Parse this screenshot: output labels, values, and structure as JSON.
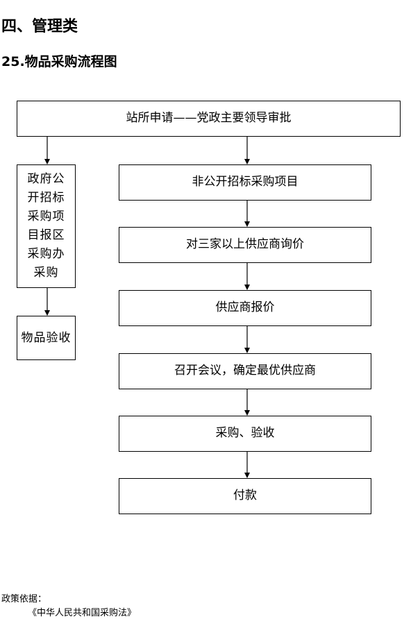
{
  "section_heading": "四、管理类",
  "chart_title": "25.物品采购流程图",
  "flow": {
    "top_step": "站所申请——党政主要领导审批",
    "left_branch": [
      "政府公开招标采购项目报区采购办采购",
      "物品验收"
    ],
    "right_branch": [
      "非公开招标采购项目",
      "对三家以上供应商询价",
      "供应商报价",
      "召开会议，确定最优供应商",
      "采购、验收",
      "付款"
    ]
  },
  "policy": {
    "label": "政策依据：",
    "law": "《中华人民共和国采购法》"
  }
}
